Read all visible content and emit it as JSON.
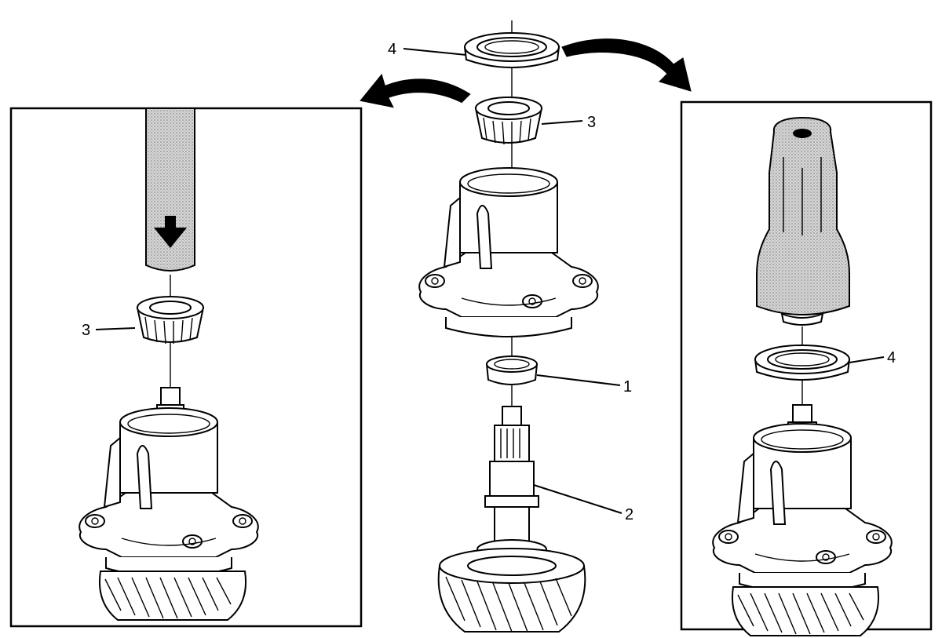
{
  "callouts": {
    "part_1": "1",
    "part_2": "2",
    "part_3_center": "3",
    "part_3_left": "3",
    "part_4_center": "4",
    "part_4_right": "4"
  }
}
